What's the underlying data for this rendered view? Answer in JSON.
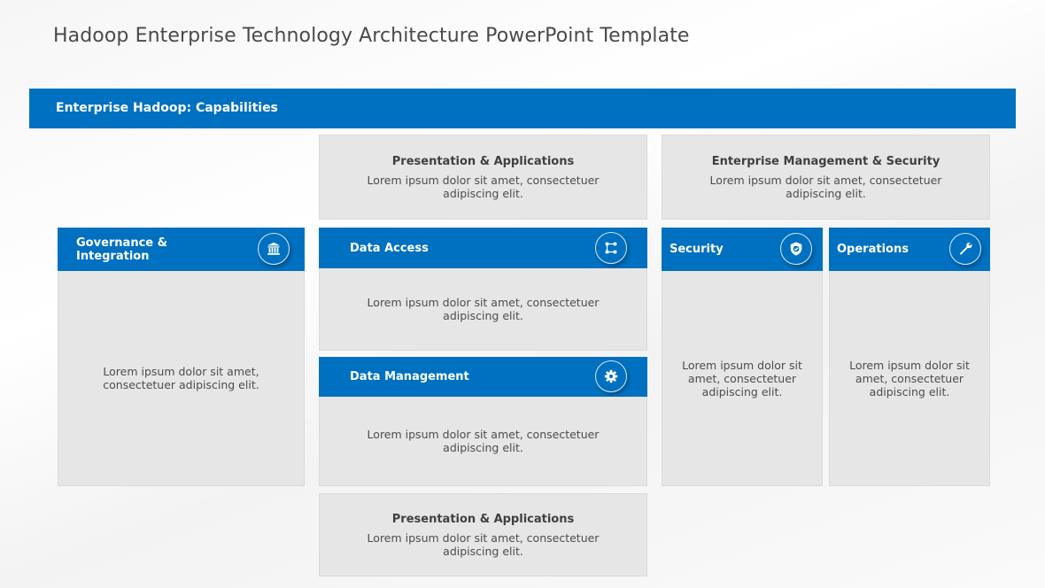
{
  "slide": {
    "title": "Hadoop Enterprise Technology Architecture PowerPoint Template"
  },
  "banner": {
    "label": "Enterprise Hadoop: Capabilities"
  },
  "colors": {
    "accent": "#0070c0",
    "box_bg": "#e6e6e6",
    "title_text": "#4a4a4a"
  },
  "top_boxes": [
    {
      "title": "Presentation & Applications",
      "text": "Lorem ipsum dolor sit amet, consectetuer adipiscing elit."
    },
    {
      "title": "Enterprise Management & Security",
      "text": "Lorem ipsum dolor sit amet, consectetuer adipiscing elit."
    }
  ],
  "cards": {
    "governance": {
      "title": "Governance & Integration",
      "icon": "bank-icon",
      "text": "Lorem ipsum dolor sit amet, consectetuer adipiscing elit."
    },
    "data_access": {
      "title": "Data Access",
      "icon": "workflow-icon",
      "text": "Lorem ipsum dolor sit amet, consectetuer adipiscing elit."
    },
    "data_management": {
      "title": "Data Management",
      "icon": "gear-icon",
      "text": "Lorem ipsum dolor sit amet, consectetuer adipiscing elit."
    },
    "security": {
      "title": "Security",
      "icon": "shield-icon",
      "text": "Lorem ipsum dolor sit amet, consectetuer adipiscing elit."
    },
    "operations": {
      "title": "Operations",
      "icon": "wrench-icon",
      "text": "Lorem ipsum dolor sit amet, consectetuer adipiscing elit."
    }
  },
  "bottom_box": {
    "title": "Presentation & Applications",
    "text": "Lorem ipsum dolor sit amet, consectetuer adipiscing elit."
  }
}
